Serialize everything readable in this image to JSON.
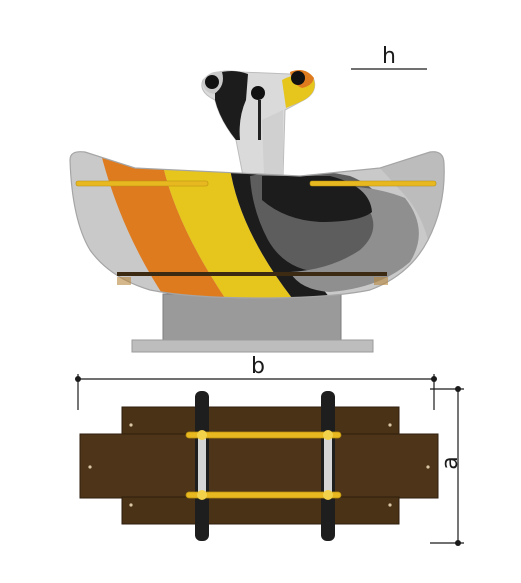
{
  "diagram": {
    "dimension_labels": {
      "height": "h",
      "width": "b",
      "depth": "a"
    },
    "colors": {
      "grey_light": "#c9c9c9",
      "grey_mid": "#8f8f8f",
      "grey_dark": "#5d5d5d",
      "black": "#1c1c1c",
      "orange": "#df7b1f",
      "yellow": "#e6c51c",
      "gold_rod": "#e8b820",
      "base_steel": "#9c9c9c",
      "base_plate": "#b8b8b8",
      "wood": "#4a3216",
      "handle_steel": "#cfcfcf"
    }
  }
}
